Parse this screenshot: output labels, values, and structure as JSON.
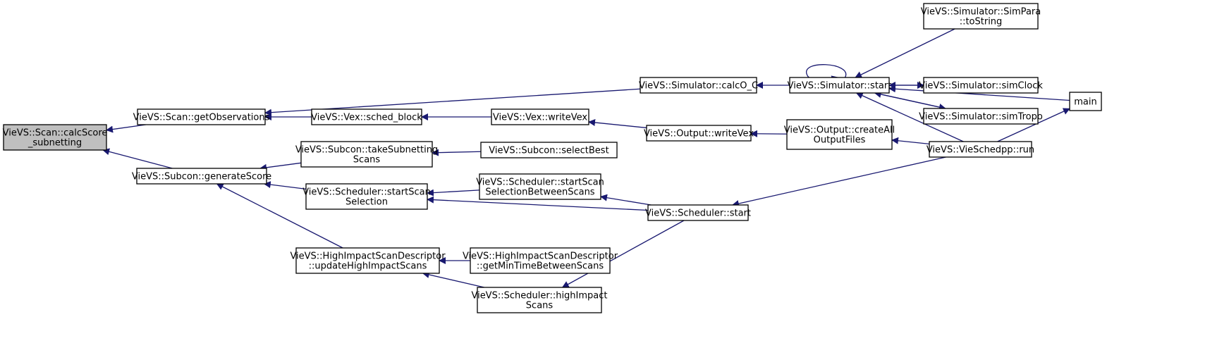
{
  "graph": {
    "node_fill": "#ffffff",
    "root_fill": "#bfbfbf",
    "edge_color": "#191970",
    "nodes": [
      {
        "id": "calcScore",
        "label": [
          "VieVS::Scan::calcScore",
          "_subnetting"
        ],
        "root": true
      },
      {
        "id": "getObservations",
        "label": [
          "VieVS::Scan::getObservations"
        ]
      },
      {
        "id": "generateScore",
        "label": [
          "VieVS::Subcon::generateScore"
        ]
      },
      {
        "id": "sched_block",
        "label": [
          "VieVS::Vex::sched_block"
        ]
      },
      {
        "id": "takeSubnetting",
        "label": [
          "VieVS::Subcon::takeSubnetting",
          "Scans"
        ]
      },
      {
        "id": "startScanSelection",
        "label": [
          "VieVS::Scheduler::startScan",
          "Selection"
        ]
      },
      {
        "id": "updateHighImpact",
        "label": [
          "VieVS::HighImpactScanDescriptor",
          "::updateHighImpactScans"
        ]
      },
      {
        "id": "calcO_C",
        "label": [
          "VieVS::Simulator::calcO_C"
        ]
      },
      {
        "id": "vexWriteVex",
        "label": [
          "VieVS::Vex::writeVex"
        ]
      },
      {
        "id": "selectBest",
        "label": [
          "VieVS::Subcon::selectBest"
        ]
      },
      {
        "id": "startScanSelBetween",
        "label": [
          "VieVS::Scheduler::startScan",
          "SelectionBetweenScans"
        ]
      },
      {
        "id": "getMinTime",
        "label": [
          "VieVS::HighImpactScanDescriptor",
          "::getMinTimeBetweenScans"
        ]
      },
      {
        "id": "highImpactScans",
        "label": [
          "VieVS::Scheduler::highImpact",
          "Scans"
        ]
      },
      {
        "id": "outputWriteVex",
        "label": [
          "VieVS::Output::writeVex"
        ]
      },
      {
        "id": "schedulerStart",
        "label": [
          "VieVS::Scheduler::start"
        ]
      },
      {
        "id": "simStart",
        "label": [
          "VieVS::Simulator::start"
        ]
      },
      {
        "id": "createAllOutput",
        "label": [
          "VieVS::Output::createAll",
          "OutputFiles"
        ]
      },
      {
        "id": "simParaToString",
        "label": [
          "VieVS::Simulator::SimPara",
          "::toString"
        ]
      },
      {
        "id": "simClock",
        "label": [
          "VieVS::Simulator::simClock"
        ]
      },
      {
        "id": "simTropo",
        "label": [
          "VieVS::Simulator::simTropo"
        ]
      },
      {
        "id": "vieSchedRun",
        "label": [
          "VieVS::VieSchedpp::run"
        ]
      },
      {
        "id": "main",
        "label": [
          "main"
        ]
      }
    ],
    "edges": [
      {
        "from": "getObservations",
        "to": "calcScore"
      },
      {
        "from": "generateScore",
        "to": "calcScore"
      },
      {
        "from": "sched_block",
        "to": "getObservations"
      },
      {
        "from": "calcO_C",
        "to": "getObservations"
      },
      {
        "from": "takeSubnetting",
        "to": "generateScore"
      },
      {
        "from": "startScanSelection",
        "to": "generateScore"
      },
      {
        "from": "updateHighImpact",
        "to": "generateScore"
      },
      {
        "from": "vexWriteVex",
        "to": "sched_block"
      },
      {
        "from": "simStart",
        "to": "calcO_C"
      },
      {
        "from": "selectBest",
        "to": "takeSubnetting"
      },
      {
        "from": "startScanSelBetween",
        "to": "startScanSelection"
      },
      {
        "from": "schedulerStart",
        "to": "startScanSelection"
      },
      {
        "from": "getMinTime",
        "to": "updateHighImpact"
      },
      {
        "from": "highImpactScans",
        "to": "updateHighImpact"
      },
      {
        "from": "outputWriteVex",
        "to": "vexWriteVex"
      },
      {
        "from": "schedulerStart",
        "to": "startScanSelBetween"
      },
      {
        "from": "schedulerStart",
        "to": "highImpactScans"
      },
      {
        "from": "createAllOutput",
        "to": "outputWriteVex"
      },
      {
        "from": "vieSchedRun",
        "to": "schedulerStart"
      },
      {
        "from": "vieSchedRun",
        "to": "createAllOutput"
      },
      {
        "from": "simStart",
        "to": "simStart"
      },
      {
        "from": "simParaToString",
        "to": "simStart"
      },
      {
        "from": "main",
        "to": "simStart"
      },
      {
        "from": "simClock",
        "to": "simStart"
      },
      {
        "from": "simTropo",
        "to": "simStart"
      },
      {
        "from": "vieSchedRun",
        "to": "simStart"
      },
      {
        "from": "simStart",
        "to": "simClock"
      },
      {
        "from": "simStart",
        "to": "simTropo"
      },
      {
        "from": "vieSchedRun",
        "to": "main"
      }
    ]
  }
}
